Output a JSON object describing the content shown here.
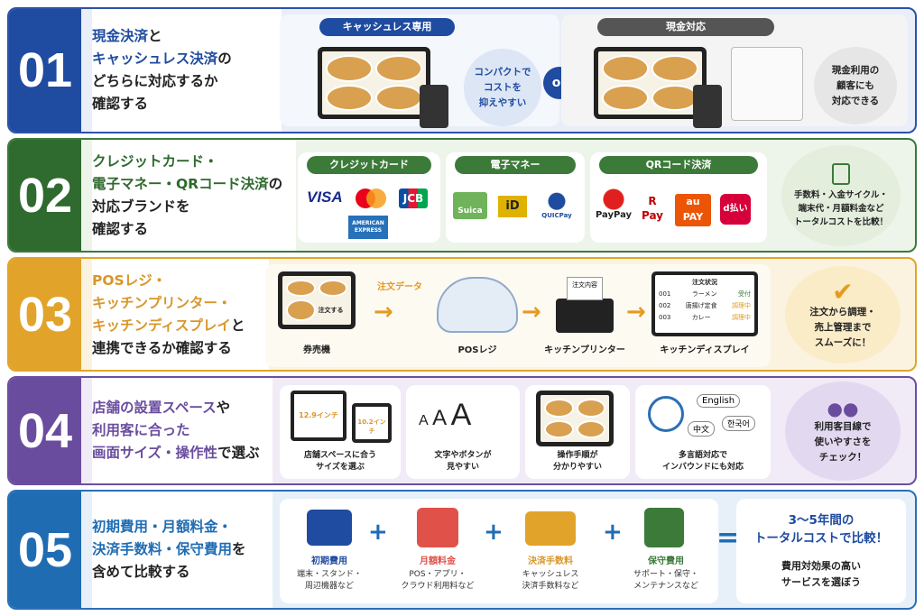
{
  "rows": [
    {
      "num": "01",
      "q": {
        "h1": "現金決済",
        "t1": "と",
        "h2": "キャッシュレス決済",
        "t2": "の",
        "l3": "どちらに対応するか",
        "l4": "確認する"
      },
      "left_pill": "キャッシュレス専用",
      "left_bubble": [
        "コンパクトで",
        "コストを",
        "抑えやすい"
      ],
      "or": "or",
      "right_pill": "現金対応",
      "right_bubble": [
        "現金利用の",
        "顧客にも",
        "対応できる"
      ]
    },
    {
      "num": "02",
      "q": {
        "h1": "クレジットカード・",
        "h2": "電子マネー・QRコード決済",
        "t2": "の",
        "l3": "対応ブランドを",
        "l4": "確認する"
      },
      "cats": [
        "クレジットカード",
        "電子マネー",
        "QRコード決済"
      ],
      "brands_credit": [
        "VISA",
        "JCB",
        "AMERICAN EXPRESS"
      ],
      "brands_emoney": [
        "Suica",
        "iD",
        "QUICPay"
      ],
      "brands_qr": [
        "PayPay",
        "R Pay",
        "au PAY",
        "d払い"
      ],
      "bubble": [
        "手数料・入金サイクル・",
        "端末代・月額料金など",
        "トータルコストを比較！"
      ]
    },
    {
      "num": "03",
      "q": {
        "h1": "POSレジ・",
        "h2": "キッチンプリンター・",
        "h3": "キッチンディスプレイ",
        "t3": "と",
        "l4": "連携できるか確認する"
      },
      "kiosk_label": "券売機",
      "kiosk_screen_text": "注文する",
      "order_data": "注文データ",
      "pos_label": "POSレジ",
      "printer_label": "キッチンプリンター",
      "printer_paper": "注文内容",
      "kds_label": "キッチンディスプレイ",
      "kds_title": "注文状況",
      "kds_rows": [
        {
          "id": "001",
          "item": "ラーメン",
          "status": "受付"
        },
        {
          "id": "002",
          "item": "唐揚げ定食",
          "status": "調理中"
        },
        {
          "id": "003",
          "item": "カレー",
          "status": "調理中"
        }
      ],
      "bubble": [
        "注文から調理・",
        "売上管理まで",
        "スムーズに！"
      ]
    },
    {
      "num": "04",
      "q": {
        "h1": "店舗の設置スペース",
        "t1": "や",
        "h2": "利用客に合った",
        "h3": "画面サイズ・操作性",
        "t3": "で選ぶ"
      },
      "size_big": "12.9インチ",
      "size_small": "10.2インチ",
      "c1": [
        "店舗スペースに合う",
        "サイズを選ぶ"
      ],
      "aaa": [
        "A",
        "A",
        "A"
      ],
      "c2": [
        "文字やボタンが",
        "見やすい"
      ],
      "c3": [
        "操作手順が",
        "分かりやすい"
      ],
      "langs": [
        "English",
        "中文",
        "한국어"
      ],
      "c4": [
        "多言語対応で",
        "インバウンドにも対応"
      ],
      "bubble": [
        "利用客目線で",
        "使いやすさを",
        "チェック！"
      ]
    },
    {
      "num": "05",
      "q": {
        "h1": "初期費用・月額料金・",
        "h2": "決済手数料・保守費用",
        "t2": "を",
        "l3": "含めて比較する"
      },
      "items": [
        {
          "title": "初期費用",
          "sub": [
            "端末・スタンド・",
            "周辺機器など"
          ],
          "color": "#1f4ba0"
        },
        {
          "title": "月額料金",
          "sub": [
            "POS・アプリ・",
            "クラウド利用料など"
          ],
          "color": "#e0514a"
        },
        {
          "title": "決済手数料",
          "sub": [
            "キャッシュレス",
            "決済手数料など"
          ],
          "color": "#e1a32a"
        },
        {
          "title": "保守費用",
          "sub": [
            "サポート・保守・",
            "メンテナンスなど"
          ],
          "color": "#3c7a3a"
        }
      ],
      "plus": "+",
      "equals": "=",
      "result_title": [
        "3〜5年間の",
        "トータルコストで比較！"
      ],
      "result_sub": [
        "費用対効果の高い",
        "サービスを選ぼう"
      ]
    }
  ]
}
